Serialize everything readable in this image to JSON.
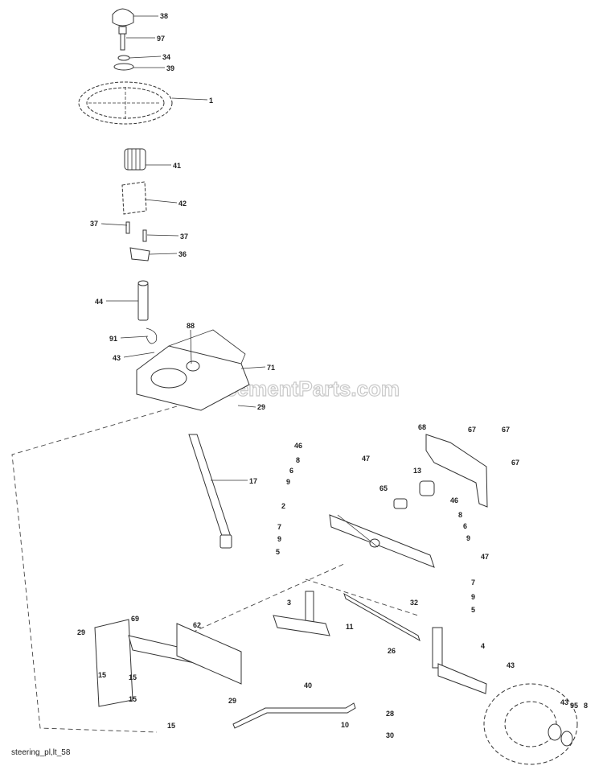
{
  "watermark": "eReplacementParts.com",
  "caption": "steering_pl,lt_58",
  "callouts": [
    {
      "id": "c38",
      "text": "38"
    },
    {
      "id": "c97",
      "text": "97"
    },
    {
      "id": "c34",
      "text": "34"
    },
    {
      "id": "c39",
      "text": "39"
    },
    {
      "id": "c1",
      "text": "1"
    },
    {
      "id": "c41",
      "text": "41"
    },
    {
      "id": "c42",
      "text": "42"
    },
    {
      "id": "c37a",
      "text": "37"
    },
    {
      "id": "c37b",
      "text": "37"
    },
    {
      "id": "c36",
      "text": "36"
    },
    {
      "id": "c44",
      "text": "44"
    },
    {
      "id": "c91",
      "text": "91"
    },
    {
      "id": "c88",
      "text": "88"
    },
    {
      "id": "c43a",
      "text": "43"
    },
    {
      "id": "c71",
      "text": "71"
    },
    {
      "id": "c29a",
      "text": "29"
    },
    {
      "id": "c17",
      "text": "17"
    },
    {
      "id": "c68a",
      "text": "68"
    },
    {
      "id": "c67a",
      "text": "67"
    },
    {
      "id": "c67b",
      "text": "67"
    },
    {
      "id": "c67c",
      "text": "67"
    },
    {
      "id": "c46a",
      "text": "46"
    },
    {
      "id": "c8a",
      "text": "8"
    },
    {
      "id": "c6a",
      "text": "6"
    },
    {
      "id": "c9a",
      "text": "9"
    },
    {
      "id": "c47a",
      "text": "47"
    },
    {
      "id": "c13",
      "text": "13"
    },
    {
      "id": "c65",
      "text": "65"
    },
    {
      "id": "c2",
      "text": "2"
    },
    {
      "id": "c46b",
      "text": "46"
    },
    {
      "id": "c8b",
      "text": "8"
    },
    {
      "id": "c6b",
      "text": "6"
    },
    {
      "id": "c9b",
      "text": "9"
    },
    {
      "id": "c7a",
      "text": "7"
    },
    {
      "id": "c9c",
      "text": "9"
    },
    {
      "id": "c5a",
      "text": "5"
    },
    {
      "id": "c47b",
      "text": "47"
    },
    {
      "id": "c7b",
      "text": "7"
    },
    {
      "id": "c9d",
      "text": "9"
    },
    {
      "id": "c5b",
      "text": "5"
    },
    {
      "id": "c3",
      "text": "3"
    },
    {
      "id": "c32",
      "text": "32"
    },
    {
      "id": "c11",
      "text": "11"
    },
    {
      "id": "c69",
      "text": "69"
    },
    {
      "id": "c62",
      "text": "62"
    },
    {
      "id": "c29b",
      "text": "29"
    },
    {
      "id": "c4",
      "text": "4"
    },
    {
      "id": "c26",
      "text": "26"
    },
    {
      "id": "c43b",
      "text": "43"
    },
    {
      "id": "c40",
      "text": "40"
    },
    {
      "id": "c15a",
      "text": "15"
    },
    {
      "id": "c15b",
      "text": "15"
    },
    {
      "id": "c15c",
      "text": "15"
    },
    {
      "id": "c15d",
      "text": "15"
    },
    {
      "id": "c29c",
      "text": "29"
    },
    {
      "id": "c28",
      "text": "28"
    },
    {
      "id": "c43c",
      "text": "43"
    },
    {
      "id": "c95",
      "text": "95"
    },
    {
      "id": "c8c",
      "text": "8"
    },
    {
      "id": "c10",
      "text": "10"
    },
    {
      "id": "c30",
      "text": "30"
    }
  ]
}
